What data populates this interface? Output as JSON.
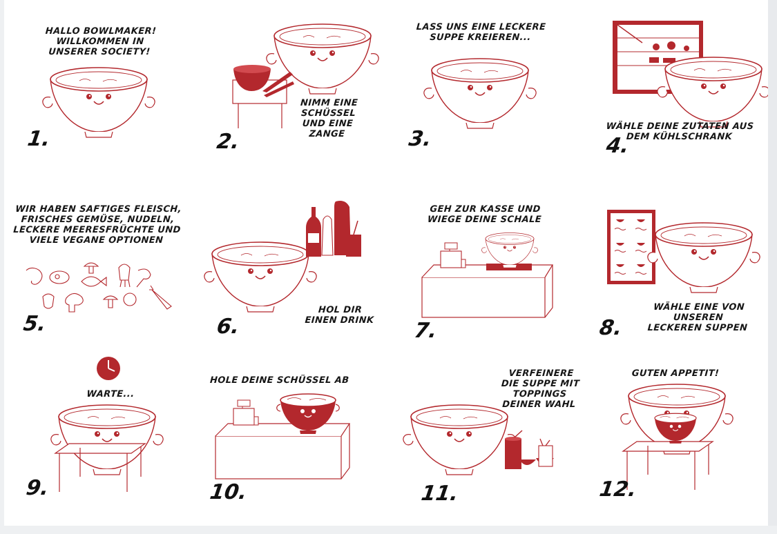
{
  "colors": {
    "accent": "#b3282d",
    "ink": "#161616",
    "background": "#ffffff"
  },
  "steps": [
    {
      "number": "1.",
      "caption": "HALLO BOWLMAKER!\nWILLKOMMEN IN\nUNSERER SOCIETY!"
    },
    {
      "number": "2.",
      "caption": "NIMM EINE\nSCHÜSSEL\nUND EINE\nZANGE"
    },
    {
      "number": "3.",
      "caption": "LASS UNS EINE LECKERE\nSUPPE KREIEREN..."
    },
    {
      "number": "4.",
      "caption": "WÄHLE DEINE ZUTATEN AUS\nDEM KÜHLSCHRANK"
    },
    {
      "number": "5.",
      "caption": "WIR HABEN SAFTIGES FLEISCH,\nFRISCHES GEMÜSE, NUDELN,\nLECKERE MEERESFRÜCHTE UND\nVIELE VEGANE OPTIONEN"
    },
    {
      "number": "6.",
      "caption": "HOL DIR\nEINEN DRINK"
    },
    {
      "number": "7.",
      "caption": "GEH ZUR KASSE UND\nWIEGE DEINE SCHALE"
    },
    {
      "number": "8.",
      "caption": "WÄHLE EINE VON\nUNSEREN\nLECKEREN SUPPEN"
    },
    {
      "number": "9.",
      "caption": "WARTE..."
    },
    {
      "number": "10.",
      "caption": "HOLE DEINE SCHÜSSEL AB"
    },
    {
      "number": "11.",
      "caption": "VERFEINERE\nDIE SUPPE MIT\nTOPPINGS\nDEINER WAHL"
    },
    {
      "number": "12.",
      "caption": "GUTEN APPETIT!"
    }
  ],
  "icons": {
    "step1": [
      "bowl-mascot-icon"
    ],
    "step2": [
      "bowl-mascot-icon",
      "red-bowl-icon",
      "tongs-icon",
      "side-table-icon"
    ],
    "step3": [
      "bowl-mascot-icon"
    ],
    "step4": [
      "fridge-icon",
      "bowl-mascot-icon"
    ],
    "step5": [
      "shrimp-icon",
      "steak-icon",
      "fish-icon",
      "mushroom-icon",
      "squid-icon",
      "drumstick-icon",
      "pepper-icon",
      "broccoli-icon",
      "tomato-icon",
      "carrot-icon"
    ],
    "step6": [
      "bowl-mascot-icon",
      "bottle-icon",
      "soda-bottle-icon",
      "cup-icon"
    ],
    "step7": [
      "counter-icon",
      "cash-register-icon",
      "scale-icon",
      "bowl-mascot-icon"
    ],
    "step8": [
      "soup-menu-board-icon",
      "bowl-mascot-icon"
    ],
    "step9": [
      "clock-icon",
      "bowl-mascot-icon",
      "table-icon"
    ],
    "step10": [
      "counter-icon",
      "cash-register-icon",
      "filled-bowl-icon"
    ],
    "step11": [
      "bowl-mascot-icon",
      "topping-jar-icon",
      "topping-cups-icon"
    ],
    "step12": [
      "bowl-mascot-icon",
      "filled-bowl-icon",
      "table-icon"
    ]
  }
}
